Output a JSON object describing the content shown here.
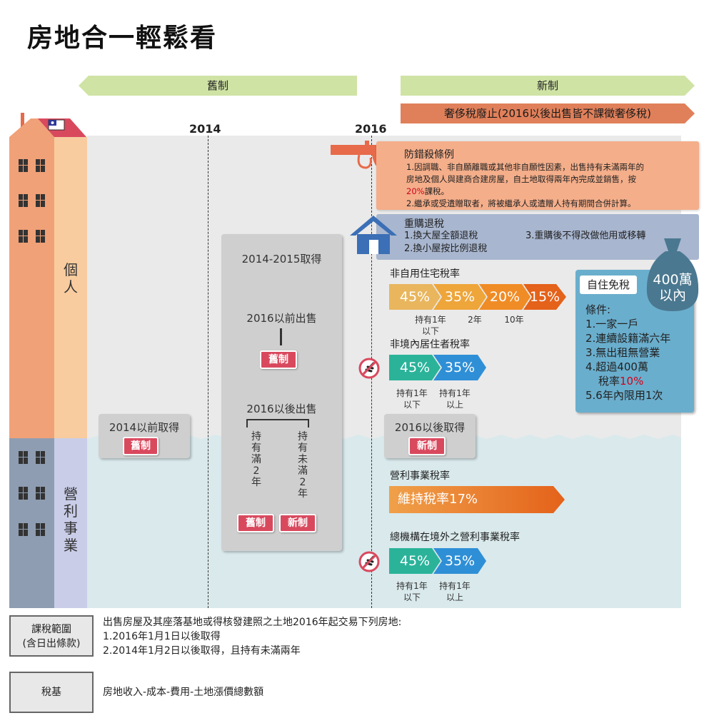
{
  "title": "房地合一輕鬆看",
  "banners": {
    "old": "舊制",
    "new": "新制",
    "abolish": "奢侈稅廢止(2016以後出售皆不課徵奢侈稅)"
  },
  "years": [
    "2014",
    "2016"
  ],
  "sides": {
    "individual": [
      "個",
      "人"
    ],
    "business": [
      "營",
      "利",
      "事",
      "業"
    ]
  },
  "old_acquired": {
    "label": "2014以前取得",
    "tag": "舊制"
  },
  "middle": {
    "heading": "2014-2015取得",
    "sell_before": "2016以前出售",
    "tag_old": "舊制",
    "sell_after": "2016以後出售",
    "held_full": [
      "持",
      "有",
      "滿",
      "2",
      "年"
    ],
    "held_not": [
      "持",
      "有",
      "未",
      "滿",
      "2",
      "年"
    ],
    "tag_old2": "舊制",
    "tag_new": "新制"
  },
  "anti_avoid": {
    "heading": "防錯殺條例",
    "line1": "1.因調職、非自願離職或其他非自願性因素，出售持有未滿兩年的",
    "line2a": "房地及個人與建商合建房屋，自土地取得兩年內完成並銷售，按",
    "line3_rate": "20%",
    "line3_rest": "課稅。",
    "line4": "2.繼承或受遺贈取者，將被繼承人或遺贈人持有期間合併計算。",
    "rate_color": "#d0021b"
  },
  "rebuy": {
    "heading": "重購退稅",
    "item1": "1.換大屋全額退稅",
    "item2": "2.換小屋按比例退稅",
    "item3": "3.重購後不得改做他用或移轉"
  },
  "non_self_use": {
    "heading": "非自用住宅稅率",
    "rates": [
      "45%",
      "35%",
      "20%",
      "15%"
    ],
    "captions": [
      "持有1年\n以下",
      "2年",
      "10年"
    ]
  },
  "non_resident": {
    "heading": "非境內居住者稅率",
    "rates": [
      "45%",
      "35%"
    ],
    "captions": [
      "持有1年\n以下",
      "持有1年\n以上"
    ]
  },
  "self_use": {
    "badge": "自住免稅",
    "money": [
      "400萬",
      "以內"
    ],
    "conditions_title": "條件:",
    "conditions": [
      "1.一家一戶",
      "2.連續設籍滿六年",
      "3.無出租無營業",
      "4.超過400萬"
    ],
    "rate_label": "稅率",
    "rate_value": "10%",
    "last": "5.6年內限用1次"
  },
  "new_acquired": {
    "label": "2016以後取得",
    "tag": "新制"
  },
  "business_rate": {
    "heading": "營利事業稅率",
    "value": "維持稅率17%"
  },
  "overseas": {
    "heading": "總機構在境外之營利事業稅率",
    "rates": [
      "45%",
      "35%"
    ],
    "captions": [
      "持有1年\n以下",
      "持有1年\n以上"
    ]
  },
  "footer": {
    "scope_label": [
      "課稅範圍",
      "(含日出條款)"
    ],
    "scope_lines": [
      "出售房屋及其座落基地或得核發建照之土地2016年起交易下列房地:",
      "1.2016年1月1日以後取得",
      "2.2014年1月2日以後取得，且持有未滿兩年"
    ],
    "base_label": "稅基",
    "base_text": "房地收入-成本-費用-土地漲價總數額"
  },
  "colors": {
    "banner_green": "#cfe3a4",
    "banner_orange": "#e0805a",
    "old_tag": "#d9495e",
    "rate_yellow": "#e9b65e",
    "rate_orange1": "#eea53a",
    "rate_orange2": "#f08c25",
    "rate_orange3": "#e4621a",
    "rate_teal": "#2bb39a",
    "rate_blue": "#2f8fd6",
    "self_use_blue": "#6aaecd"
  }
}
